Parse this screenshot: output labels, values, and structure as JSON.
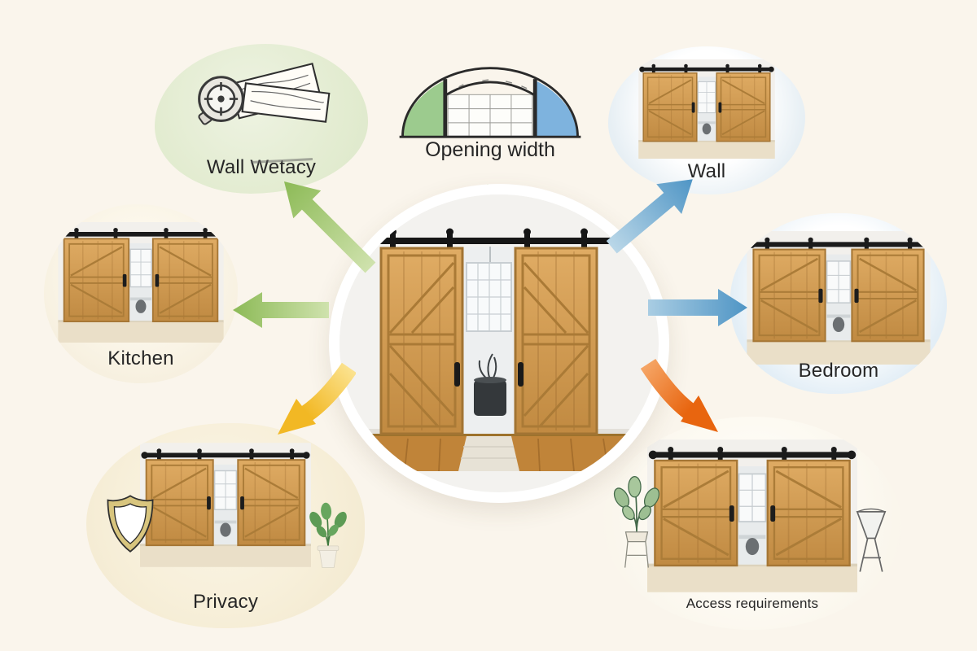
{
  "diagram": {
    "type": "radial-mind-map",
    "center": {
      "description": "Double sliding barn doors photo"
    },
    "nodes": [
      {
        "id": "wall-wetacy",
        "label": "Wall Wetacy",
        "icon": "compass-plans-sketch-icon",
        "position": "top-left",
        "bubble_color": "#e3ecd1"
      },
      {
        "id": "opening-width",
        "label": "Opening width",
        "icon": "arched-opening-diagram-icon",
        "position": "top-center",
        "accent_green": "#9ccb8e",
        "accent_blue": "#7eb3de"
      },
      {
        "id": "wall",
        "label": "Wall",
        "icon": "barn-doors-photo",
        "position": "top-right",
        "bubble_color": "#ddebf2"
      },
      {
        "id": "kitchen",
        "label": "Kitchen",
        "icon": "barn-doors-photo",
        "position": "middle-left",
        "bubble_color": "#f6efde"
      },
      {
        "id": "bedroom",
        "label": "Bedroom",
        "icon": "barn-doors-photo",
        "position": "middle-right",
        "bubble_color": "#d8e8f2"
      },
      {
        "id": "privacy",
        "label": "Privacy",
        "icon": "shield-icon",
        "position": "bottom-left",
        "bubble_color": "#f1e7cc"
      },
      {
        "id": "access",
        "label": "Access requirements",
        "icon": "barn-doors-photo",
        "position": "bottom-right",
        "bubble_color": "#f7f2e7"
      }
    ],
    "arrows": [
      {
        "to": "wall-wetacy",
        "direction": "up-left",
        "color_dark": "#8cba56",
        "color_light": "#cfe2ad"
      },
      {
        "to": "opening-width",
        "direction": "up",
        "color": "#abd07f"
      },
      {
        "to": "wall",
        "direction": "up-right",
        "color_dark": "#4f95c5",
        "color_light": "#bad7e8"
      },
      {
        "to": "kitchen",
        "direction": "left",
        "color_dark": "#8cba56",
        "color_light": "#cfe2ad"
      },
      {
        "to": "bedroom",
        "direction": "right",
        "color_dark": "#4f95c5",
        "color_light": "#a9cde3"
      },
      {
        "to": "privacy",
        "direction": "down-left",
        "color_dark": "#f2b824",
        "color_light": "#fbe28e"
      },
      {
        "to": "access",
        "direction": "down-right",
        "color_dark": "#e8650f",
        "color_light": "#f5a464"
      }
    ]
  },
  "colors": {
    "background": "#faf5ec",
    "label_text": "#262626",
    "wood": "#cf9a52",
    "hardware_black": "#161616",
    "ring_white": "#ffffff"
  }
}
